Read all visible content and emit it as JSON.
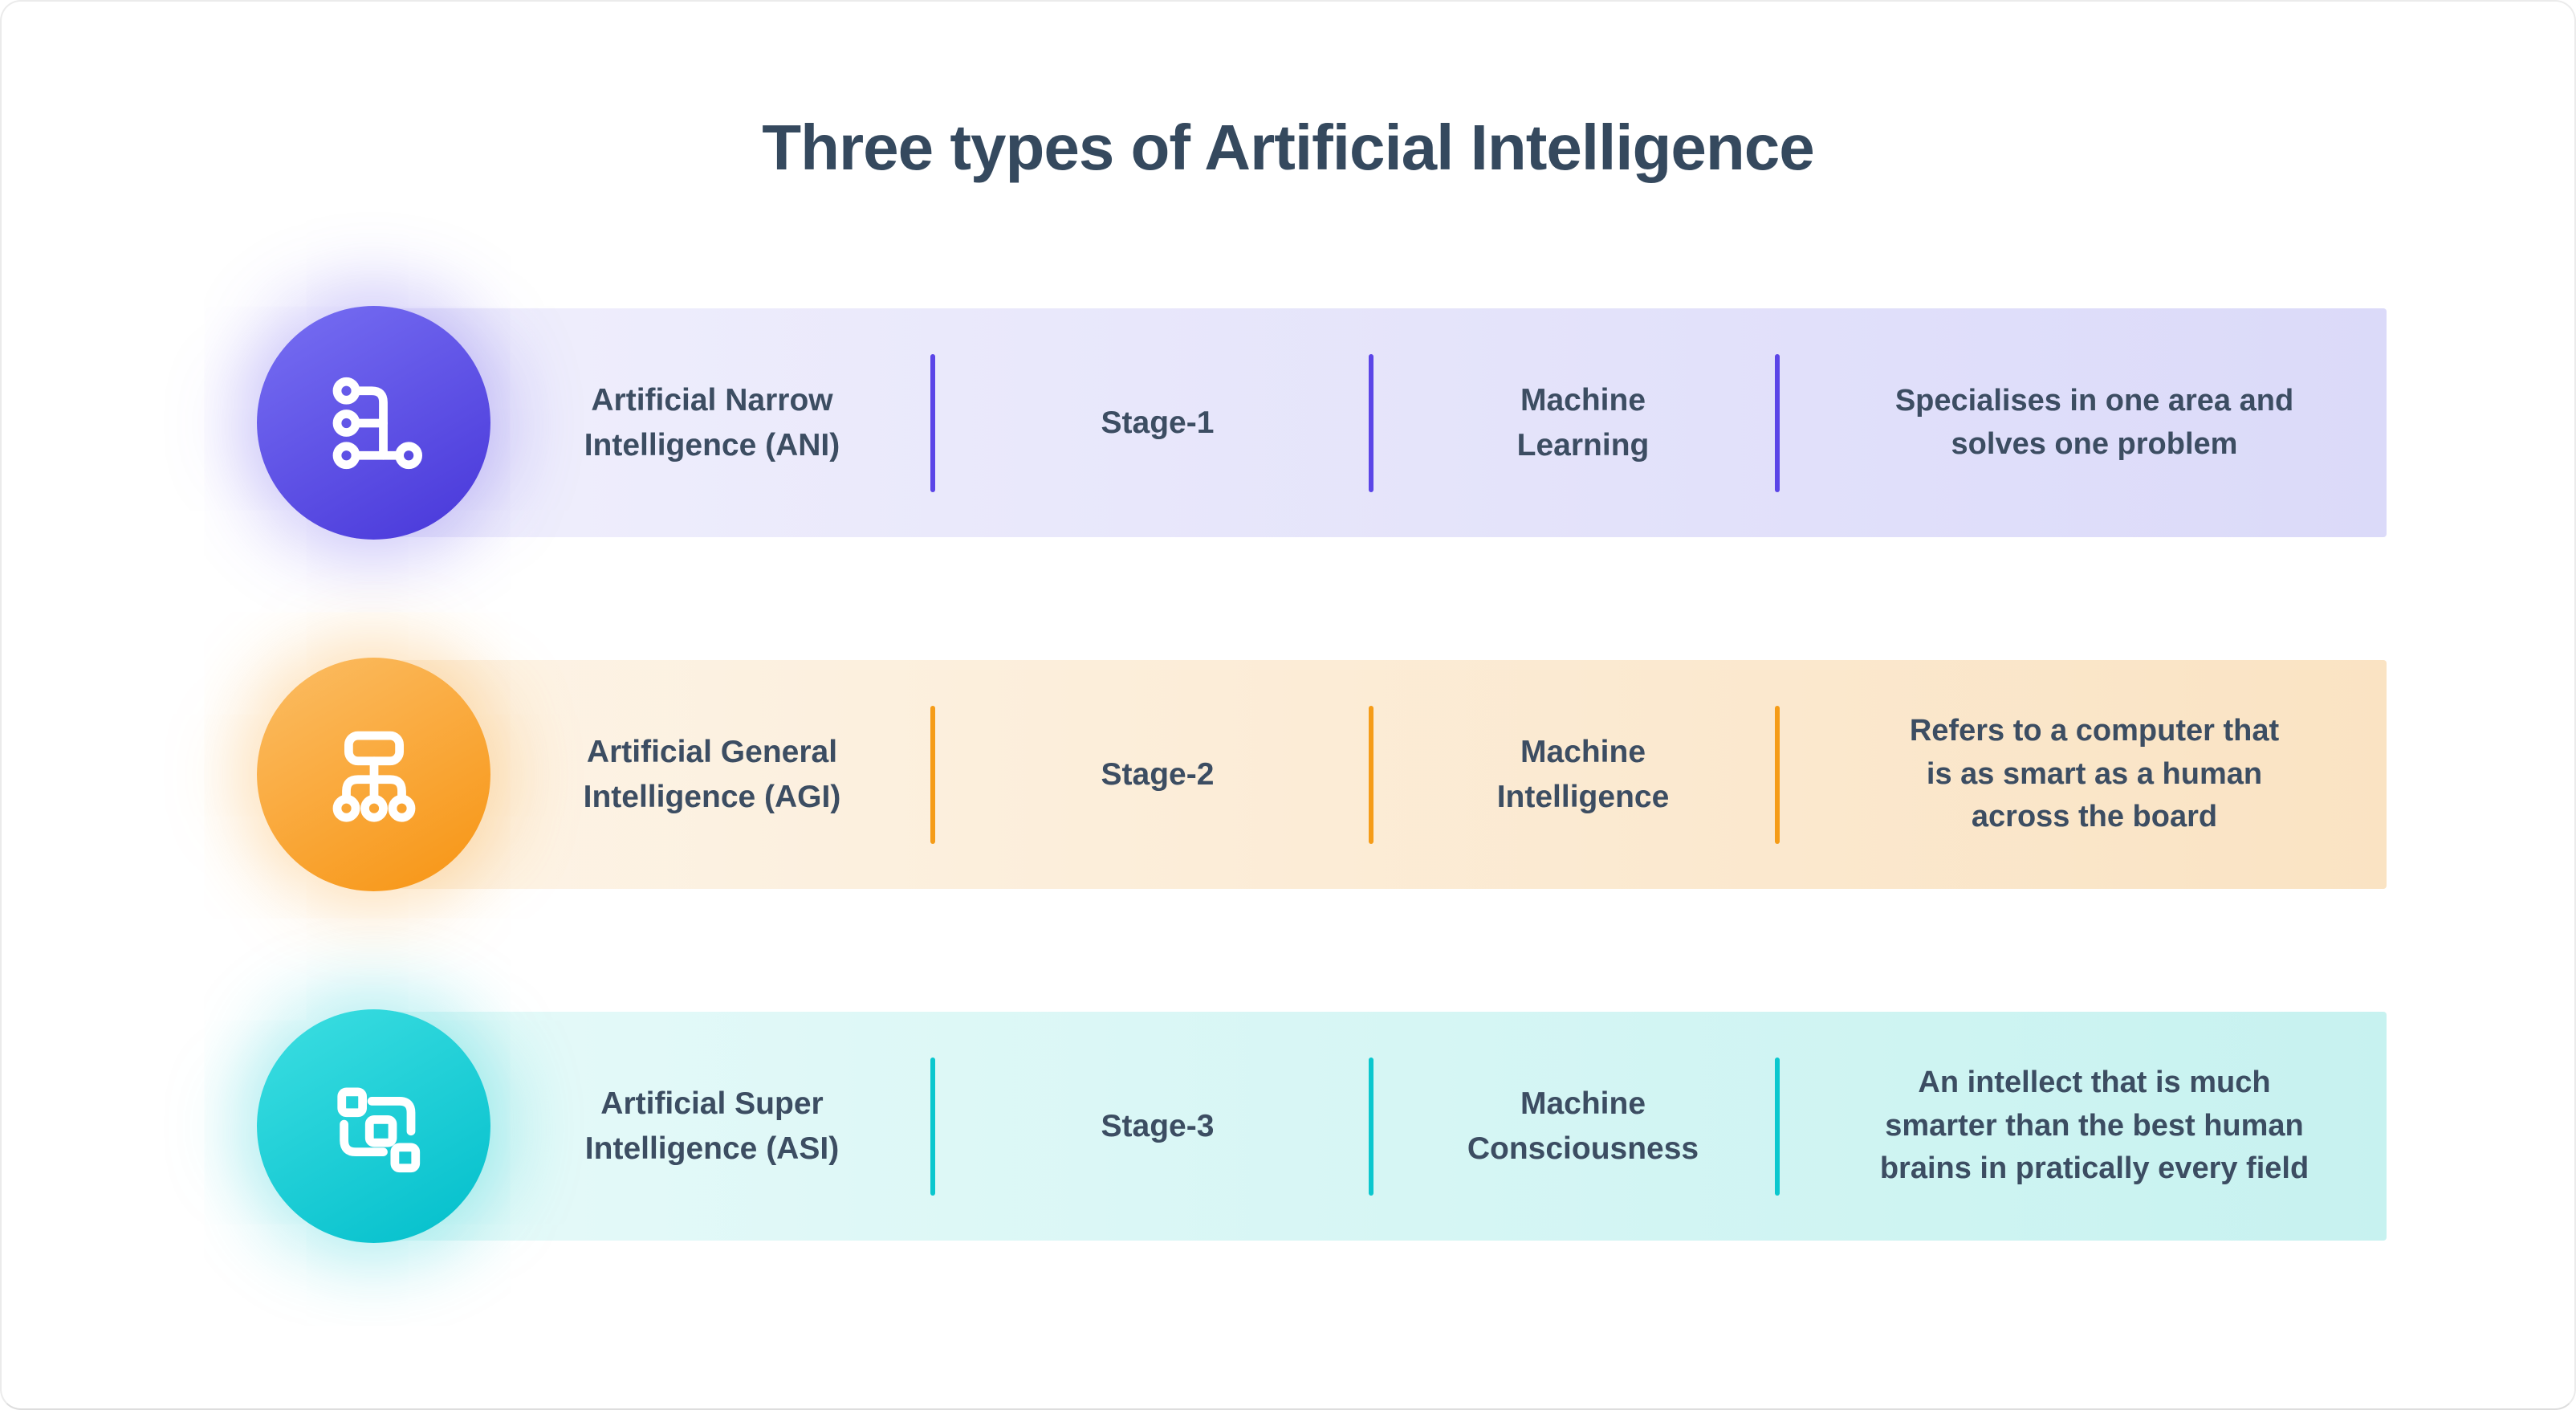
{
  "title": "Three types of Artificial Intelligence",
  "theme": {
    "background": "#ffffff",
    "border": "#ebebeb",
    "title_color": "#35495e",
    "text_color": "#3c4d62"
  },
  "rows": [
    {
      "label_lines": [
        "Artificial Narrow",
        "Intelligence (ANI)"
      ],
      "stage": "Stage-1",
      "machine_lines": [
        "Machine",
        "Learning"
      ],
      "description_lines": [
        "Specialises in one area and",
        "solves one problem"
      ],
      "icon": "branch-nodes-icon",
      "colors": {
        "circle_from": "#746bf1",
        "circle_to": "#4d3ddc",
        "band_from": "#f0effc",
        "band_to": "#dbdaf9",
        "divider": "#5b45e7",
        "glow": "rgba(99,82,236,0.35)"
      }
    },
    {
      "label_lines": [
        "Artificial General",
        "Intelligence (AGI)"
      ],
      "stage": "Stage-2",
      "machine_lines": [
        "Machine",
        "Intelligence"
      ],
      "description_lines": [
        "Refers to a computer that",
        "is as smart as a human",
        "across the board"
      ],
      "icon": "sitemap-icon",
      "colors": {
        "circle_from": "#fbba5e",
        "circle_to": "#f8991c",
        "band_from": "#fdf4e7",
        "band_to": "#fae3c3",
        "divider": "#f59c18",
        "glow": "rgba(248,160,40,0.35)"
      }
    },
    {
      "label_lines": [
        "Artificial Super",
        "Intelligence (ASI)"
      ],
      "stage": "Stage-3",
      "machine_lines": [
        "Machine",
        "Consciousness"
      ],
      "description_lines": [
        "An intellect that is much",
        "smarter than the best human",
        "brains in pratically every field"
      ],
      "icon": "workflow-squares-icon",
      "colors": {
        "circle_from": "#38dce0",
        "circle_to": "#09c2ce",
        "band_from": "#e6faf9",
        "band_to": "#c7f2f0",
        "divider": "#0bc7ce",
        "glow": "rgba(18,200,208,0.35)"
      }
    }
  ]
}
